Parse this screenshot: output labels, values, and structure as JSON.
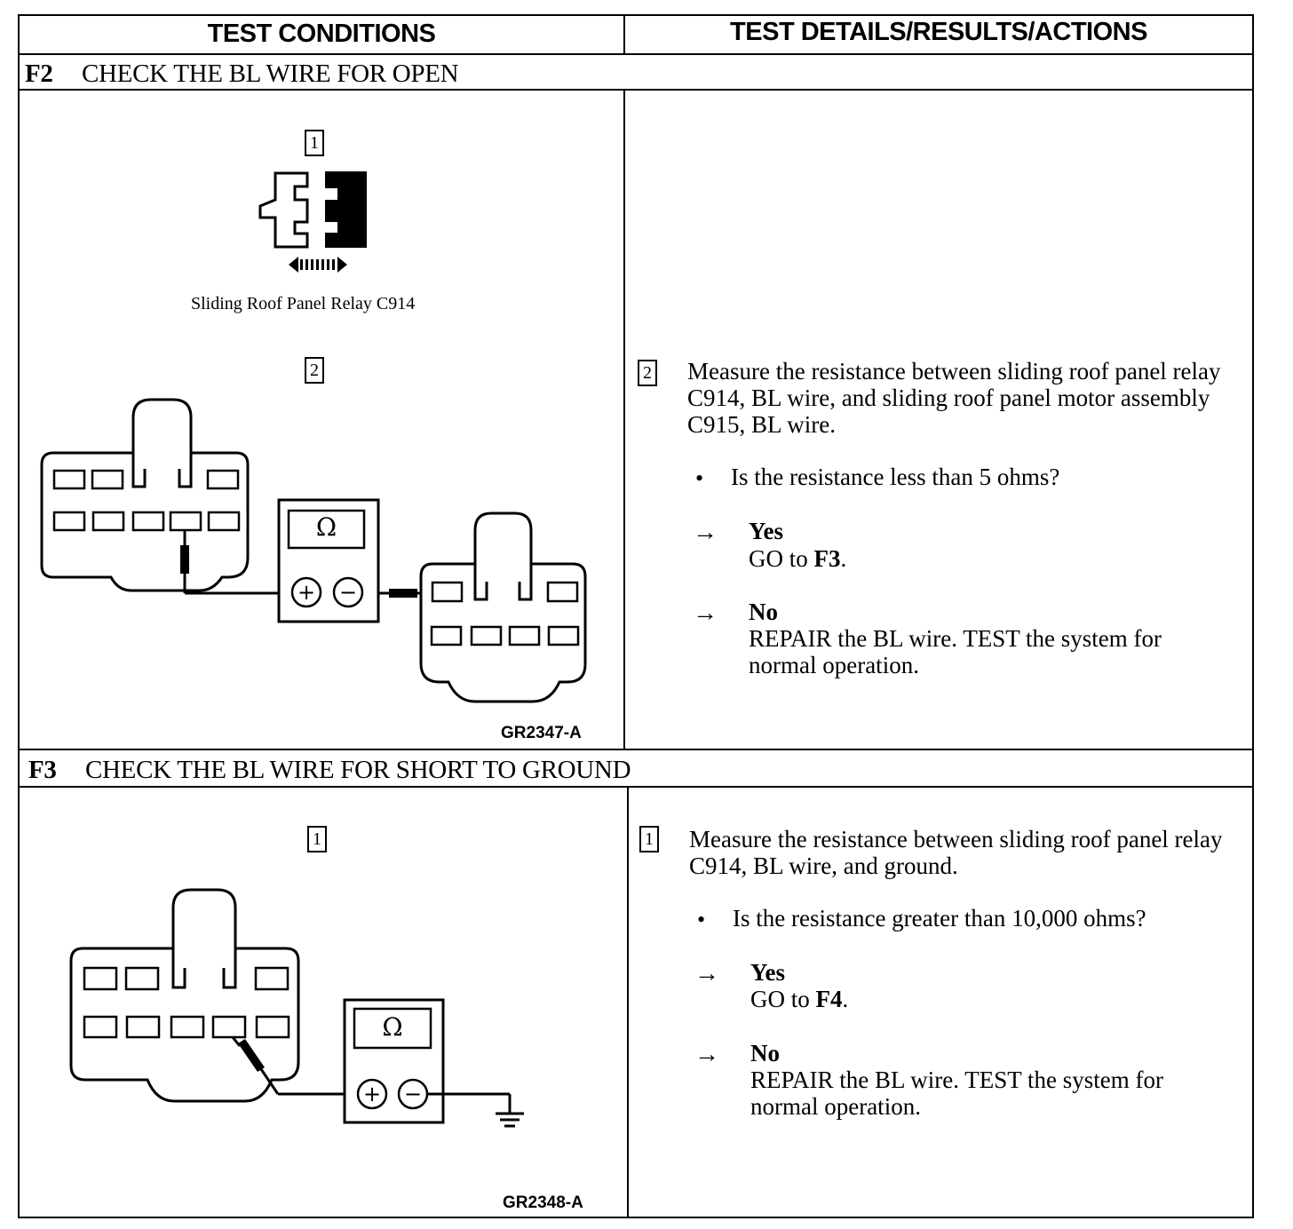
{
  "header": {
    "left": "TEST CONDITIONS",
    "right": "TEST DETAILS/RESULTS/ACTIONS"
  },
  "f2": {
    "code": "F2",
    "title": "CHECK THE BL WIRE FOR OPEN",
    "fig1": {
      "step": "1",
      "caption": "Sliding Roof Panel Relay C914"
    },
    "fig2": {
      "step": "2",
      "meter_symbol": "Ω",
      "plus": "+",
      "minus": "−",
      "figure_id": "GR2347-A"
    },
    "details": {
      "step": "2",
      "instruction": "Measure the resistance between sliding roof panel relay C914, BL wire, and sliding roof panel motor assembly C915, BL wire.",
      "bullet": "•",
      "question": "Is the resistance less than 5 ohms?",
      "arrow": "→",
      "yes_label": "Yes",
      "yes_action_prefix": "GO to ",
      "yes_action_target": "F3",
      "yes_action_suffix": ".",
      "no_label": "No",
      "no_action": "REPAIR the BL wire. TEST the system for normal operation."
    }
  },
  "f3": {
    "code": "F3",
    "title": "CHECK THE BL WIRE FOR SHORT TO GROUND",
    "fig": {
      "step": "1",
      "meter_symbol": "Ω",
      "plus": "+",
      "minus": "−",
      "figure_id": "GR2348-A"
    },
    "details": {
      "step": "1",
      "instruction": "Measure the resistance between sliding roof panel relay C914, BL wire, and ground.",
      "bullet": "•",
      "question": "Is the resistance greater than 10,000 ohms?",
      "arrow": "→",
      "yes_label": "Yes",
      "yes_action_prefix": "GO to ",
      "yes_action_target": "F4",
      "yes_action_suffix": ".",
      "no_label": "No",
      "no_action": "REPAIR the BL wire. TEST the system for normal operation."
    }
  }
}
